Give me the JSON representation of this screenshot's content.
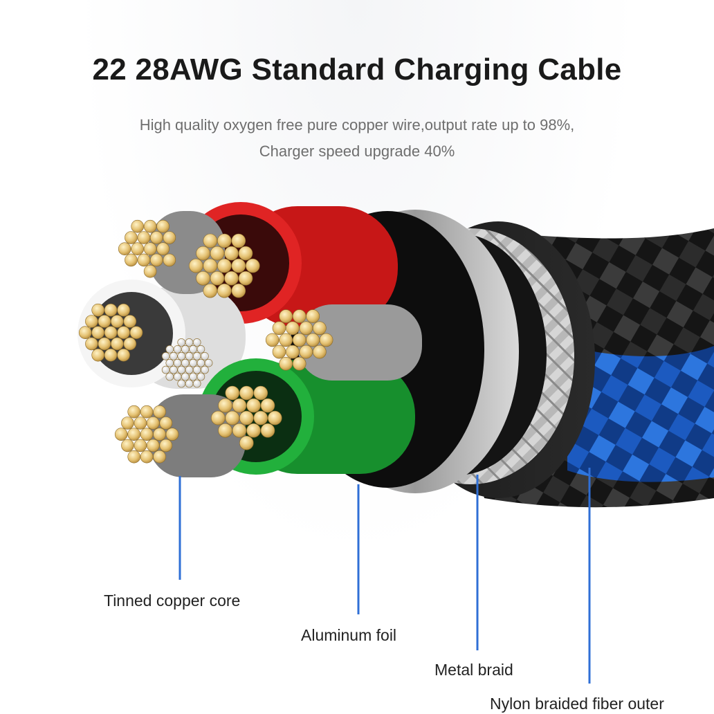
{
  "header": {
    "title": "22 28AWG Standard Charging Cable",
    "subtitle": "High quality oxygen free pure copper wire,output rate up to 98%, Charger speed upgrade 40%"
  },
  "callouts": [
    {
      "id": "core",
      "label": "Tinned copper core"
    },
    {
      "id": "foil",
      "label": "Aluminum foil"
    },
    {
      "id": "braid",
      "label": "Metal braid"
    },
    {
      "id": "outer",
      "label": "Nylon braided fiber outer"
    }
  ],
  "colors": {
    "callout_line": "#2f6fd6",
    "red_insulation": "#d81e1e",
    "green_insulation": "#1fa83a",
    "white_insulation": "#f2f2f2",
    "copper_strand": "#e8c77a",
    "nylon_blue": "#1f6fe0",
    "nylon_black": "#1a1a1a"
  }
}
